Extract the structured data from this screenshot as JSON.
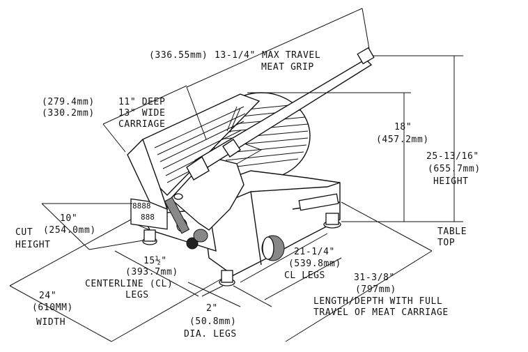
{
  "diagram": {
    "max_travel": {
      "mm": "(336.55mm)",
      "inch": "13-1/4\"",
      "line1": "MAX TRAVEL",
      "line2": "MEAT GRIP"
    },
    "carriage": {
      "mm_deep": "(279.4mm)",
      "deep": "11\" DEEP",
      "mm_wide": "(330.2mm)",
      "wide": "13\" WIDE",
      "label": "CARRIAGE"
    },
    "height_18": {
      "inch": "18\"",
      "mm": "(457.2mm)"
    },
    "height_total": {
      "inch": "25-13/16\"",
      "mm": "(655.7mm)",
      "label": "HEIGHT"
    },
    "table_top": {
      "line1": "TABLE",
      "line2": "TOP"
    },
    "cut_height": {
      "inch": "10\"",
      "mm": "(254.0mm)",
      "line1": "CUT",
      "line2": "HEIGHT"
    },
    "width": {
      "inch": "24\"",
      "mm": "(610MM)",
      "label": "WIDTH"
    },
    "centerline_legs": {
      "inch": "15½\"",
      "mm": "(393.7mm)",
      "line1": "CENTERLINE (CL)",
      "line2": "LEGS"
    },
    "dia_legs": {
      "inch": "2\"",
      "mm": "(50.8mm)",
      "label": "DIA. LEGS"
    },
    "cl_legs": {
      "inch": "21-1/4\"",
      "mm": "(539.8mm)",
      "label": "CL LEGS"
    },
    "length_depth": {
      "inch": "31-3/8\"",
      "mm": "(797mm)",
      "line1": "LENGTH/DEPTH WITH FULL",
      "line2": "TRAVEL OF MEAT CARRIAGE"
    }
  }
}
